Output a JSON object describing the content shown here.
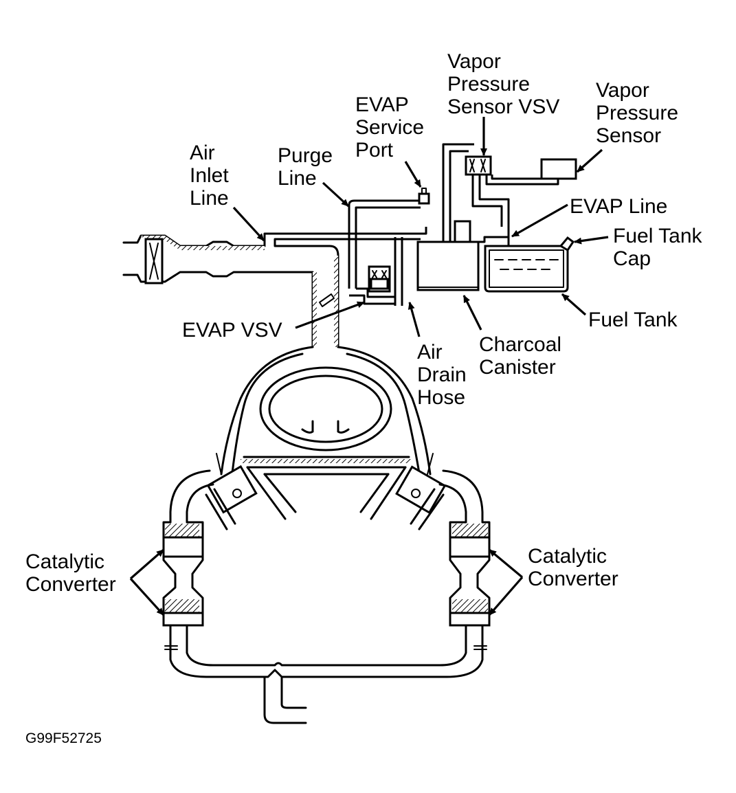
{
  "labels": {
    "air_inlet_line": [
      "Air",
      "Inlet",
      "Line"
    ],
    "purge_line": [
      "Purge",
      "Line"
    ],
    "evap_service_port": [
      "EVAP",
      "Service",
      "Port"
    ],
    "vapor_pressure_sensor_vsv": [
      "Vapor",
      "Pressure",
      "Sensor VSV"
    ],
    "vapor_pressure_sensor": [
      "Vapor",
      "Pressure",
      "Sensor"
    ],
    "evap_line": "EVAP Line",
    "fuel_tank_cap": [
      "Fuel Tank",
      "Cap"
    ],
    "fuel_tank": "Fuel Tank",
    "charcoal_canister": [
      "Charcoal",
      "Canister"
    ],
    "air_drain_hose": [
      "Air",
      "Drain",
      "Hose"
    ],
    "evap_vsv": "EVAP VSV",
    "catalytic_converter_left": [
      "Catalytic",
      "Converter"
    ],
    "catalytic_converter_right": [
      "Catalytic",
      "Converter"
    ]
  },
  "figure_id": "G99F52725"
}
